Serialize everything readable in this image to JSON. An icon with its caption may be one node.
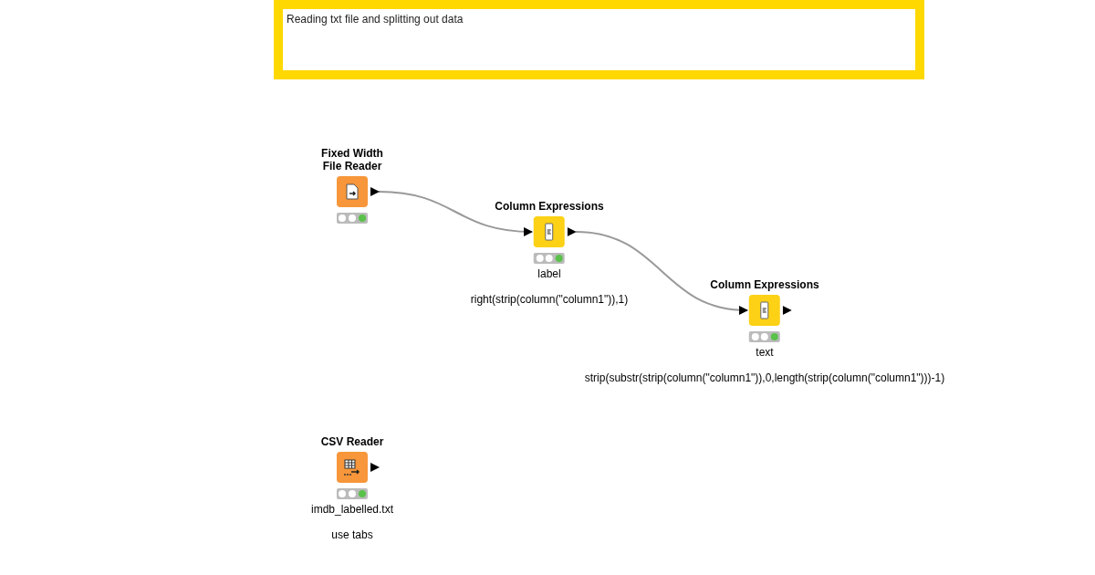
{
  "diagram": {
    "nodes": [
      {
        "text": [
          "Reading txt file and splitting out data"
        ]
      },
      {
        "text": [
          "Fixed Width File Reader"
        ]
      },
      {
        "text": [
          "Column Expressions"
        ],
        "beside": [
          "label",
          "right(strip(column(\"column1\")),1)"
        ]
      },
      {
        "text": [
          "Column Expressions"
        ],
        "beside": [
          "text",
          "strip(substr(strip(column(\"column1\")),0,length(strip(column(\"column1\")))-1)"
        ]
      },
      {
        "text": [
          "CSV Reader"
        ],
        "beside": [
          "imdb_labelled.txt",
          "use tabs"
        ]
      }
    ],
    "edges": [
      {
        "from": 1,
        "to": 2,
        "arrow": "to"
      },
      {
        "from": 2,
        "to": 3,
        "arrow": "to"
      }
    ]
  }
}
